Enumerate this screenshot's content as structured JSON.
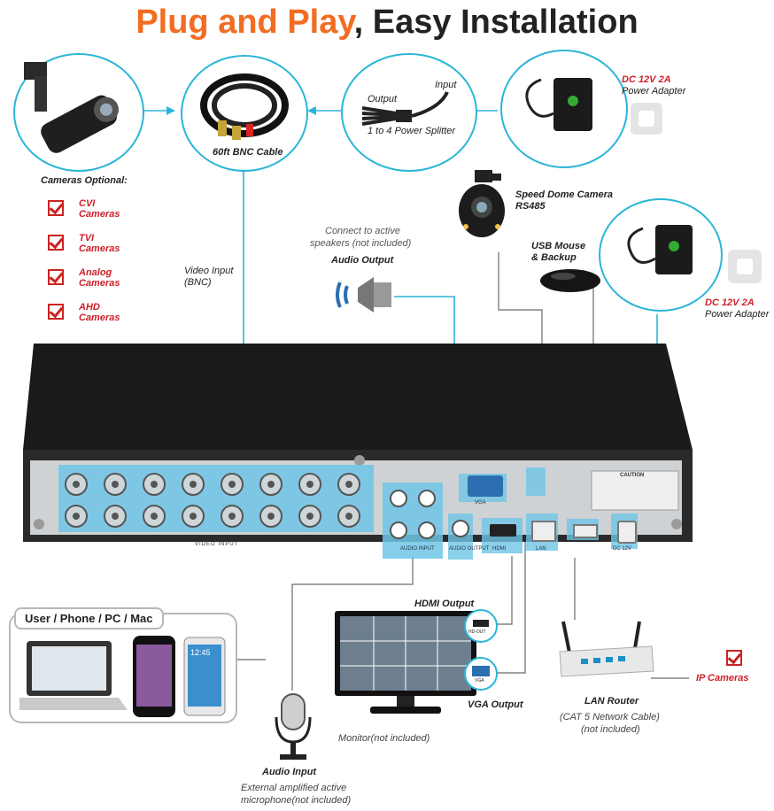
{
  "title": {
    "part1": "Plug and Play",
    "part2": ", Easy Installation"
  },
  "labels": {
    "bnc_cable": "60ft BNC Cable",
    "splitter_output": "Output",
    "splitter_input": "Input",
    "splitter": "1 to 4 Power Splitter",
    "adapter_top_line1": "DC 12V 2A",
    "adapter_top_line2": "Power Adapter",
    "cameras_optional": "Cameras Optional:",
    "video_input_line1": "Video Input",
    "video_input_line2": "(BNC)",
    "connect_line1": "Connect to active",
    "connect_line2": "speakers (not included)",
    "audio_output": "Audio Output",
    "speed_dome_line1": "Speed Dome Camera",
    "speed_dome_line2": "RS485",
    "usb_line1": "USB Mouse",
    "usb_line2": "& Backup",
    "adapter_right_line1": "DC 12V 2A",
    "adapter_right_line2": "Power Adapter",
    "hdmi_output": "HDMI Output",
    "vga_output": "VGA Output",
    "devices": "User / Phone / PC / Mac",
    "monitor": "Monitor(not included)",
    "audio_input": "Audio Input",
    "mic_line1": "External amplified active",
    "mic_line2": "microphone(not included)",
    "lan_router": "LAN Router",
    "cat5_line1": "(CAT 5 Network Cable)",
    "cat5_line2": "(not included)",
    "ip_cameras": "IP Cameras",
    "caution": "CAUTION",
    "hdmi_out_badge": "HD-OUT",
    "vga_badge": "VGA",
    "phone_time": "12:45"
  },
  "camera_options": [
    {
      "line1": "CVI",
      "line2": "Cameras"
    },
    {
      "line1": "TVI",
      "line2": "Cameras"
    },
    {
      "line1": "Analog",
      "line2": "Cameras"
    },
    {
      "line1": "AHD",
      "line2": "Cameras"
    }
  ],
  "panel_labels": {
    "video_input": "VIDEO INPUT",
    "audio_input": "AUDIO INPUT",
    "audio_output": "AUDIO OUTPUT",
    "hdmi": "HDMI",
    "vga": "VGA",
    "lan": "LAN",
    "dc": "DC 12V"
  },
  "colors": {
    "accent_orange": "#f26c22",
    "connector_cyan": "#2bb5d8",
    "label_red": "#d0202a",
    "dvr_body": "#1a1a1a"
  }
}
